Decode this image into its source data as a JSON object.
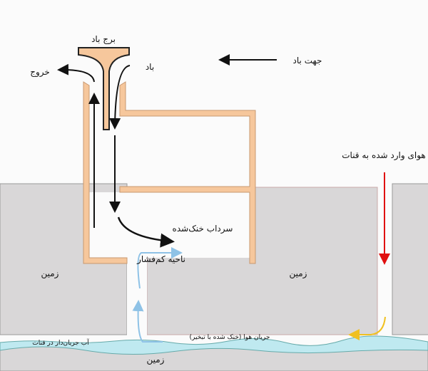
{
  "labels": {
    "wind_tower": "برج باد",
    "wind": "باد",
    "exit": "خروج",
    "wind_direction": "جهت باد",
    "air_into_qanat": "هوای وارد شده به قنات",
    "cooled_cellar": "سرداب خنک‌شده",
    "low_pressure_zone": "ناحیه کم‌فشار",
    "ground_left": "زمین",
    "ground_middle": "زمین",
    "ground_bottom": "زمین",
    "air_flow": "جریان هوا (خنک شده با تبخیر)",
    "flowing_water": "آب جریان‌دار در قنات"
  },
  "colors": {
    "wall": "#f6c79c",
    "ground": "#d9d7d8",
    "water": "#bfe9f0",
    "incoming_air": "#e01010",
    "warm_flow": "#f0c020",
    "cool_flow": "#8ec2e6"
  }
}
